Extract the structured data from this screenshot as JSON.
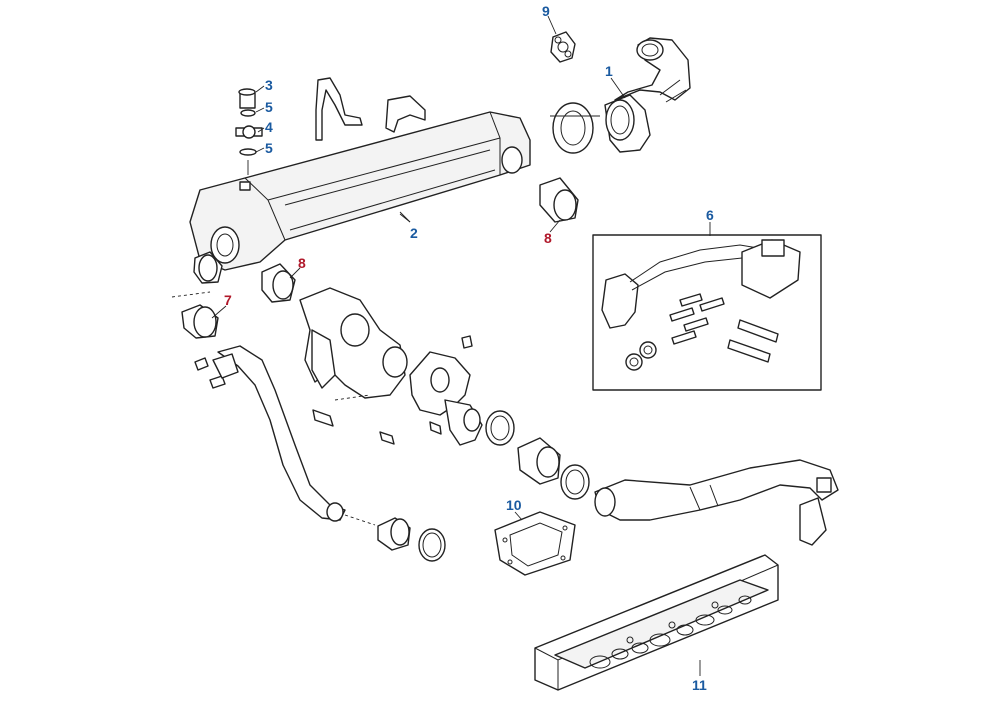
{
  "colors": {
    "callout_blue": "#1a5aa0",
    "callout_red": "#b0182a",
    "outline": "#222222"
  },
  "callouts": [
    {
      "label": "1",
      "color": "blue"
    },
    {
      "label": "2",
      "color": "blue"
    },
    {
      "label": "3",
      "color": "blue"
    },
    {
      "label": "4",
      "color": "blue"
    },
    {
      "label": "5",
      "color": "blue"
    },
    {
      "label": "5",
      "color": "blue"
    },
    {
      "label": "6",
      "color": "blue"
    },
    {
      "label": "7",
      "color": "red"
    },
    {
      "label": "8",
      "color": "red"
    },
    {
      "label": "8",
      "color": "red"
    },
    {
      "label": "9",
      "color": "blue"
    },
    {
      "label": "10",
      "color": "blue"
    },
    {
      "label": "11",
      "color": "blue"
    }
  ]
}
